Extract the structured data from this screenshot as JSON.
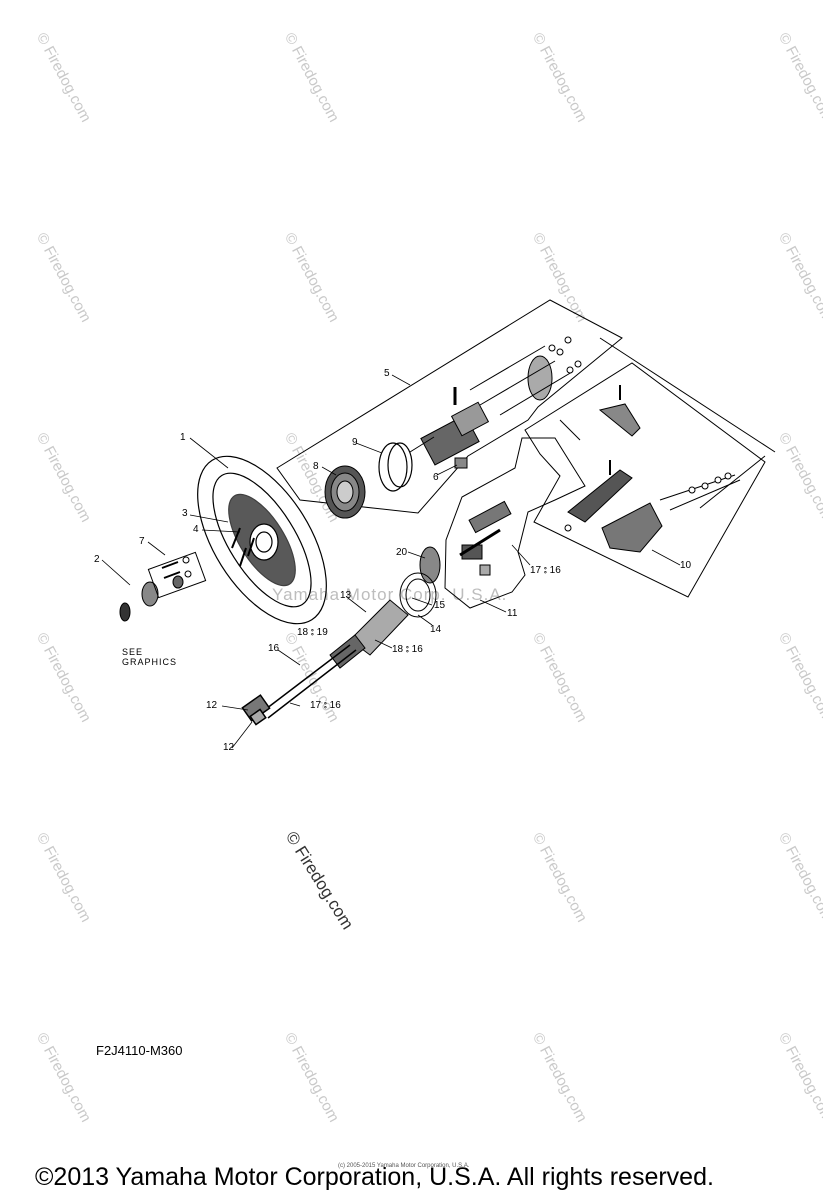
{
  "watermark": "© Firedog.com",
  "center_watermark": "Yamaha Motor Corp. U.S.A.",
  "callouts": {
    "c1": "1",
    "c2": "2",
    "c3": "3",
    "c4": "4",
    "c5": "5",
    "c6": "6",
    "c7": "7",
    "c8": "8",
    "c9": "9",
    "c10": "10",
    "c11": "11",
    "c12a": "12",
    "c12b": "12",
    "c13": "13",
    "c14": "14",
    "c15": "15",
    "c16a": "16",
    "c16b": "18 ⦂ 19",
    "c16c": "18 ⦂ 16",
    "c17a": "17 ⦂ 16",
    "c17b": "17 ⦂ 16",
    "c20": "20"
  },
  "see_graphics_line1": "SEE",
  "see_graphics_line2": "GRAPHICS",
  "part_code": "F2J4110-M360",
  "tiny_copyright": "(c) 2005-2015 Yamaha Motor Corporation, U.S.A.",
  "copyright": "©2013 Yamaha Motor Corporation, U.S.A. All rights reserved."
}
